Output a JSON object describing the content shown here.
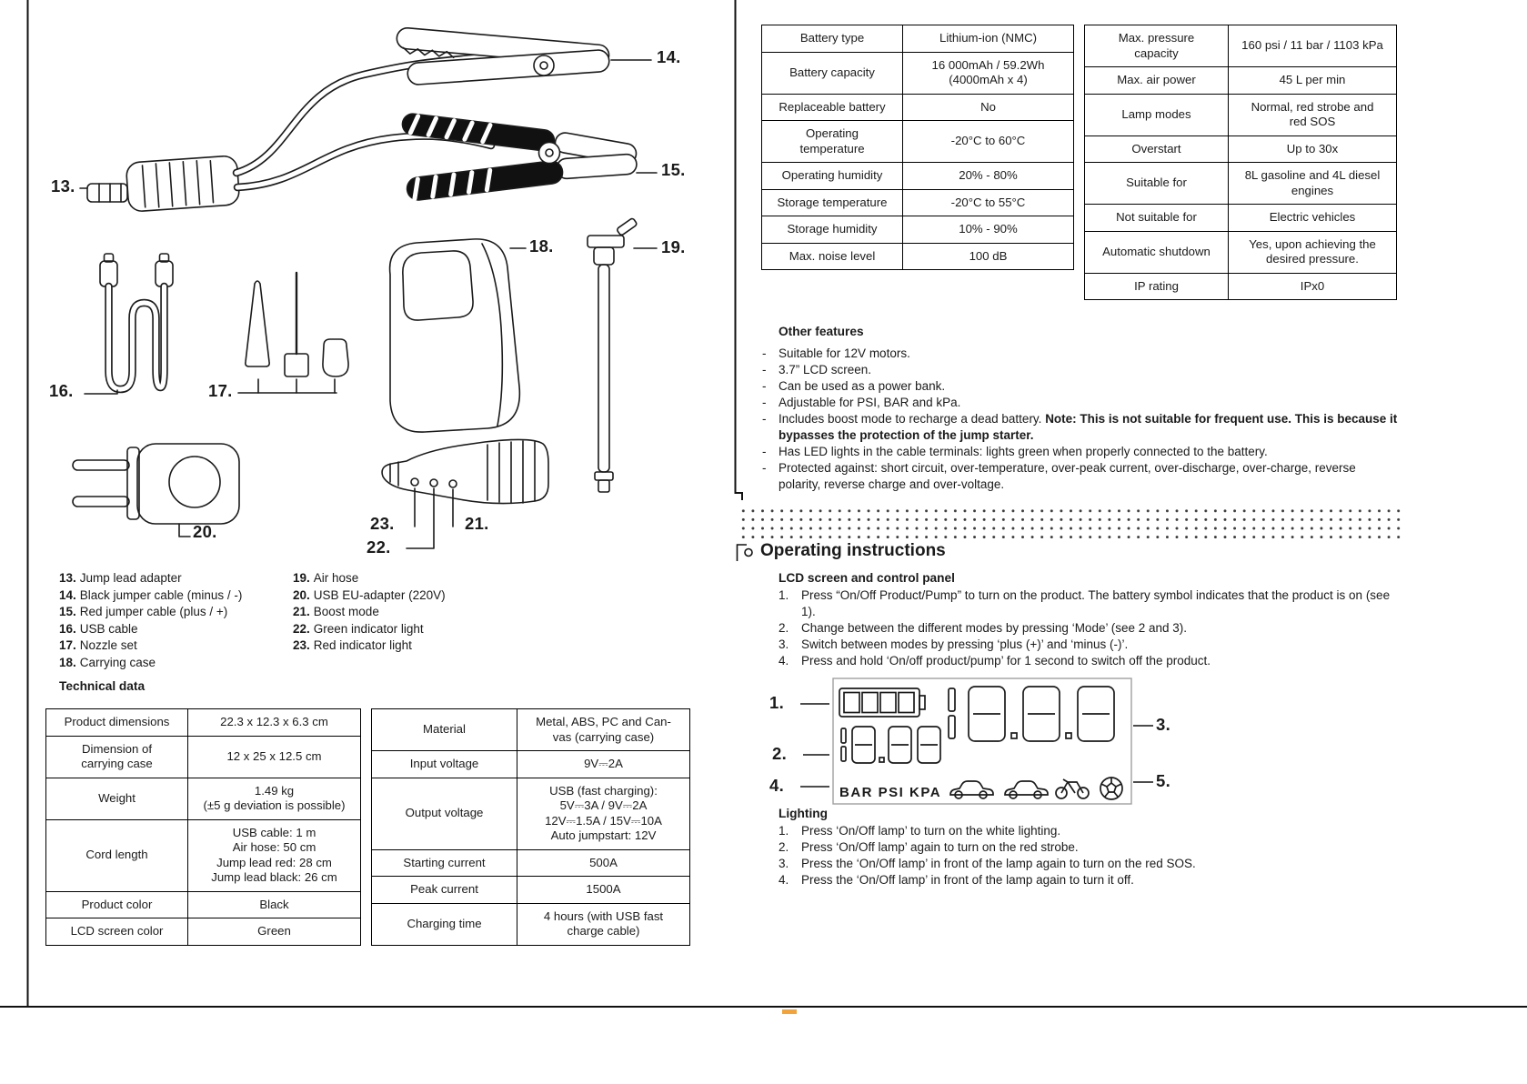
{
  "accent_color": "#f2a33c",
  "drawing_callouts": {
    "c13": "13.",
    "c14": "14.",
    "c15": "15.",
    "c16": "16.",
    "c17": "17.",
    "c18": "18.",
    "c19": "19.",
    "c20": "20.",
    "c21": "21.",
    "c22": "22.",
    "c23": "23."
  },
  "parts_list": {
    "column1": [
      {
        "num": "13.",
        "label": "Jump lead adapter"
      },
      {
        "num": "14.",
        "label": "Black jumper cable (minus / -)"
      },
      {
        "num": "15.",
        "label": "Red jumper cable (plus / +)"
      },
      {
        "num": "16.",
        "label": "USB cable"
      },
      {
        "num": "17.",
        "label": "Nozzle set"
      },
      {
        "num": "18.",
        "label": "Carrying case"
      }
    ],
    "column2": [
      {
        "num": "19.",
        "label": "Air hose"
      },
      {
        "num": "20.",
        "label": "USB EU-adapter (220V)"
      },
      {
        "num": "21.",
        "label": "Boost mode"
      },
      {
        "num": "22.",
        "label": "Green indicator light"
      },
      {
        "num": "23.",
        "label": "Red indicator light"
      }
    ]
  },
  "technical_data": {
    "title": "Technical data",
    "dimensions_table": [
      {
        "label": "Product dimensions",
        "value": "22.3 x 12.3 x 6.3 cm"
      },
      {
        "label": "Dimension of\ncarrying case",
        "value": "12 x 25 x 12.5 cm"
      },
      {
        "label": "Weight",
        "value": "1.49 kg\n(±5 g deviation is possible)"
      },
      {
        "label": "Cord length",
        "value": "USB cable: 1 m\nAir hose: 50 cm\nJump lead red: 28 cm\nJump lead black: 26 cm"
      },
      {
        "label": "Product color",
        "value": "Black"
      },
      {
        "label": "LCD screen color",
        "value": "Green"
      }
    ],
    "electrical_table": [
      {
        "label": "Material",
        "value": "Metal, ABS, PC and Can-\nvas (carrying case)"
      },
      {
        "label": "Input voltage",
        "value": "9V⎓2A"
      },
      {
        "label": "Output voltage",
        "value": "USB (fast charging):\n5V⎓3A / 9V⎓2A\n12V⎓1.5A / 15V⎓10A\nAuto jumpstart: 12V"
      },
      {
        "label": "Starting current",
        "value": "500A"
      },
      {
        "label": "Peak current",
        "value": "1500A"
      },
      {
        "label": "Charging time",
        "value": "4 hours (with USB fast\ncharge cable)"
      }
    ],
    "battery_table": [
      {
        "label": "Battery type",
        "value": "Lithium-ion (NMC)"
      },
      {
        "label": "Battery capacity",
        "value": "16 000mAh / 59.2Wh\n(4000mAh x 4)"
      },
      {
        "label": "Replaceable battery",
        "value": "No"
      },
      {
        "label": "Operating\ntemperature",
        "value": "-20°C to 60°C"
      },
      {
        "label": "Operating humidity",
        "value": "20% - 80%"
      },
      {
        "label": "Storage temperature",
        "value": "-20°C to 55°C"
      },
      {
        "label": "Storage humidity",
        "value": "10% - 90%"
      },
      {
        "label": "Max. noise level",
        "value": "100 dB"
      }
    ],
    "pump_table": [
      {
        "label": "Max. pressure\ncapacity",
        "value": "160 psi / 11 bar / 1103 kPa"
      },
      {
        "label": "Max. air power",
        "value": "45 L per min"
      },
      {
        "label": "Lamp modes",
        "value": "Normal, red strobe and\nred SOS"
      },
      {
        "label": "Overstart",
        "value": "Up to 30x"
      },
      {
        "label": "Suitable for",
        "value": "8L gasoline and 4L diesel\nengines"
      },
      {
        "label": "Not suitable for",
        "value": "Electric vehicles"
      },
      {
        "label": "Automatic shutdown",
        "value": "Yes, upon achieving the\ndesired pressure."
      },
      {
        "label": "IP rating",
        "value": "IPx0"
      }
    ]
  },
  "other_features": {
    "title": "Other features",
    "marker": "-",
    "items": [
      {
        "text": "Suitable for 12V motors.",
        "note": ""
      },
      {
        "text": "3.7” LCD screen.",
        "note": ""
      },
      {
        "text": "Can be used as a power bank.",
        "note": ""
      },
      {
        "text": "Adjustable for PSI, BAR and kPa.",
        "note": ""
      },
      {
        "text": "Includes boost mode to recharge a dead battery. ",
        "note": "Note: This is not suitable for frequent use. This is because it bypasses the protection of the jump starter."
      },
      {
        "text": "Has LED lights in the cable terminals: lights green when properly connected to the battery.",
        "note": ""
      },
      {
        "text": "Protected against: short circuit, over-temperature, over-peak current, over-discharge, over-charge, reverse polarity, reverse charge and over-voltage.",
        "note": ""
      }
    ]
  },
  "operating_instructions": {
    "title": "Operating instructions",
    "lcd_section": {
      "heading": "LCD screen and control panel",
      "steps": [
        {
          "num": "1.",
          "text": "Press “On/Off Product/Pump” to turn on the product. The battery symbol indicates that the product is on (see 1)."
        },
        {
          "num": "2.",
          "text": "Change between the different modes by pressing ‘Mode’ (see 2 and 3)."
        },
        {
          "num": "3.",
          "text": "Switch between modes by pressing ‘plus (+)’ and ‘minus (-)’."
        },
        {
          "num": "4.",
          "text": "Press and hold ‘On/off product/pump’ for 1 second to switch off the product."
        }
      ]
    },
    "lcd_diagram": {
      "units_text": "BAR PSI KPA",
      "callouts": {
        "c1": "1.",
        "c2": "2.",
        "c3": "3.",
        "c4": "4.",
        "c5": "5."
      }
    },
    "lighting_section": {
      "heading": "Lighting",
      "steps": [
        {
          "num": "1.",
          "text": "Press ‘On/Off lamp’ to turn on the white lighting."
        },
        {
          "num": "2.",
          "text": "Press ‘On/Off lamp’ again to turn on the red strobe."
        },
        {
          "num": "3.",
          "text": "Press the ‘On/Off lamp’ in front of the lamp again to turn on the red SOS."
        },
        {
          "num": "4.",
          "text": "Press the ‘On/Off lamp’ in front of the lamp again to turn it off."
        }
      ]
    }
  }
}
